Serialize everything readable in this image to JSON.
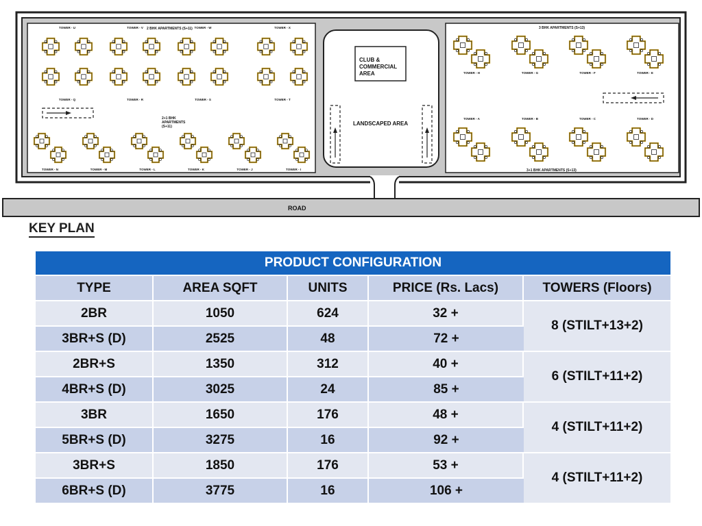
{
  "site_plan": {
    "club_label_lines": [
      "CLUB &",
      "COMMERCIAL",
      "AREA"
    ],
    "landscaped_label": "LANDSCAPED AREA",
    "road_label": "ROAD",
    "left_block_caption": "2 BHK APARTMENTS (S+11)",
    "left_middle_caption_lines": [
      "2+1 BHK",
      "APARTMENTS",
      "(S+11)"
    ],
    "right_block_caption": "3 BHK APARTMENTS (S+13)",
    "right_bottom_caption": "3+1 BHK APARTMENTS (S+13)",
    "left_top_towers": [
      "TOWER - U",
      "TOWER - V",
      "TOWER - W",
      "TOWER - X"
    ],
    "left_mid_towers": [
      "TOWER - Q",
      "TOWER - R",
      "TOWER - S",
      "TOWER - T"
    ],
    "left_bottom_towers": [
      "TOWER - N",
      "TOWER - M",
      "TOWER - L",
      "TOWER - K",
      "TOWER - J",
      "TOWER - I"
    ],
    "right_top_towers": [
      "TOWER - H",
      "TOWER - G",
      "TOWER - F",
      "TOWER - E"
    ],
    "right_bottom_towers": [
      "TOWER - A",
      "TOWER - B",
      "TOWER - C",
      "TOWER - D"
    ]
  },
  "key_plan_title": "KEY PLAN",
  "table": {
    "title": "PRODUCT CONFIGURATION",
    "headers": [
      "TYPE",
      "AREA SQFT",
      "UNITS",
      "PRICE (Rs. Lacs)",
      "TOWERS (Floors)"
    ],
    "rows": [
      {
        "type": "2BR",
        "area": "1050",
        "units": "624",
        "price": "32 +"
      },
      {
        "type": "3BR+S (D)",
        "area": "2525",
        "units": "48",
        "price": "72 +"
      },
      {
        "type": "2BR+S",
        "area": "1350",
        "units": "312",
        "price": "40 +"
      },
      {
        "type": "4BR+S (D)",
        "area": "3025",
        "units": "24",
        "price": "85 +"
      },
      {
        "type": "3BR",
        "area": "1650",
        "units": "176",
        "price": "48 +"
      },
      {
        "type": "5BR+S (D)",
        "area": "3275",
        "units": "16",
        "price": "92 +"
      },
      {
        "type": "3BR+S",
        "area": "1850",
        "units": "176",
        "price": "53 +"
      },
      {
        "type": "6BR+S (D)",
        "area": "3775",
        "units": "16",
        "price": "106 +"
      }
    ],
    "towers": [
      "8 (STILT+13+2)",
      "6 (STILT+11+2)",
      "4 (STILT+11+2)",
      "4 (STILT+11+2)"
    ]
  },
  "colors": {
    "title_bar": "#1565c0",
    "row_dark": "#c7d1e8",
    "row_light": "#e3e7f1",
    "plan_fill": "#c8c8c8",
    "tower_accent": "#e0b020"
  }
}
